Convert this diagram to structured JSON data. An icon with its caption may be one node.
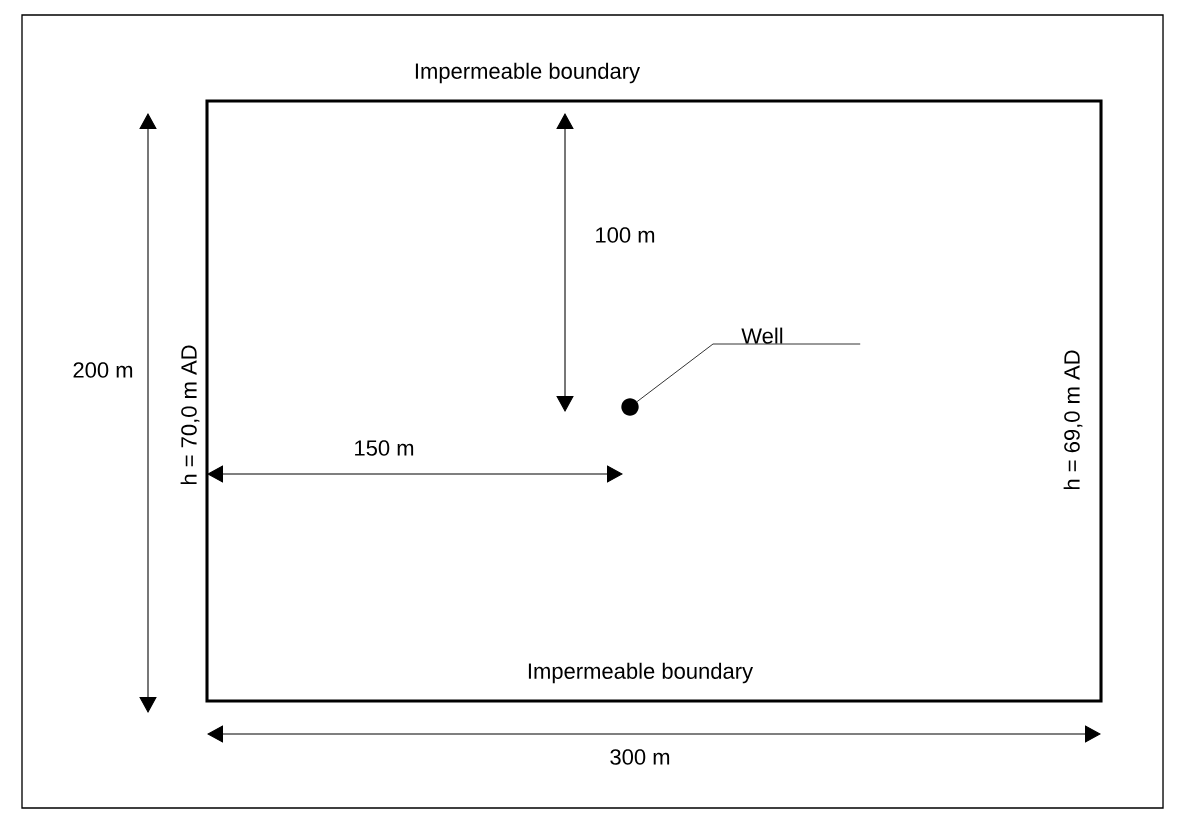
{
  "diagram": {
    "nodes": [
      {
        "text": [
          "Well"
        ]
      },
      {
        "text": [],
        "shape": "circle"
      }
    ],
    "edges": [
      {
        "from": 0,
        "to": 1,
        "arrow": "none"
      }
    ],
    "labels": [
      "Impermeable boundary",
      "100 m",
      "200 m",
      "h = 70,0 m AD",
      "h = 69,0 m AD",
      "150 m",
      "Impermeable boundary",
      "300 m"
    ]
  }
}
